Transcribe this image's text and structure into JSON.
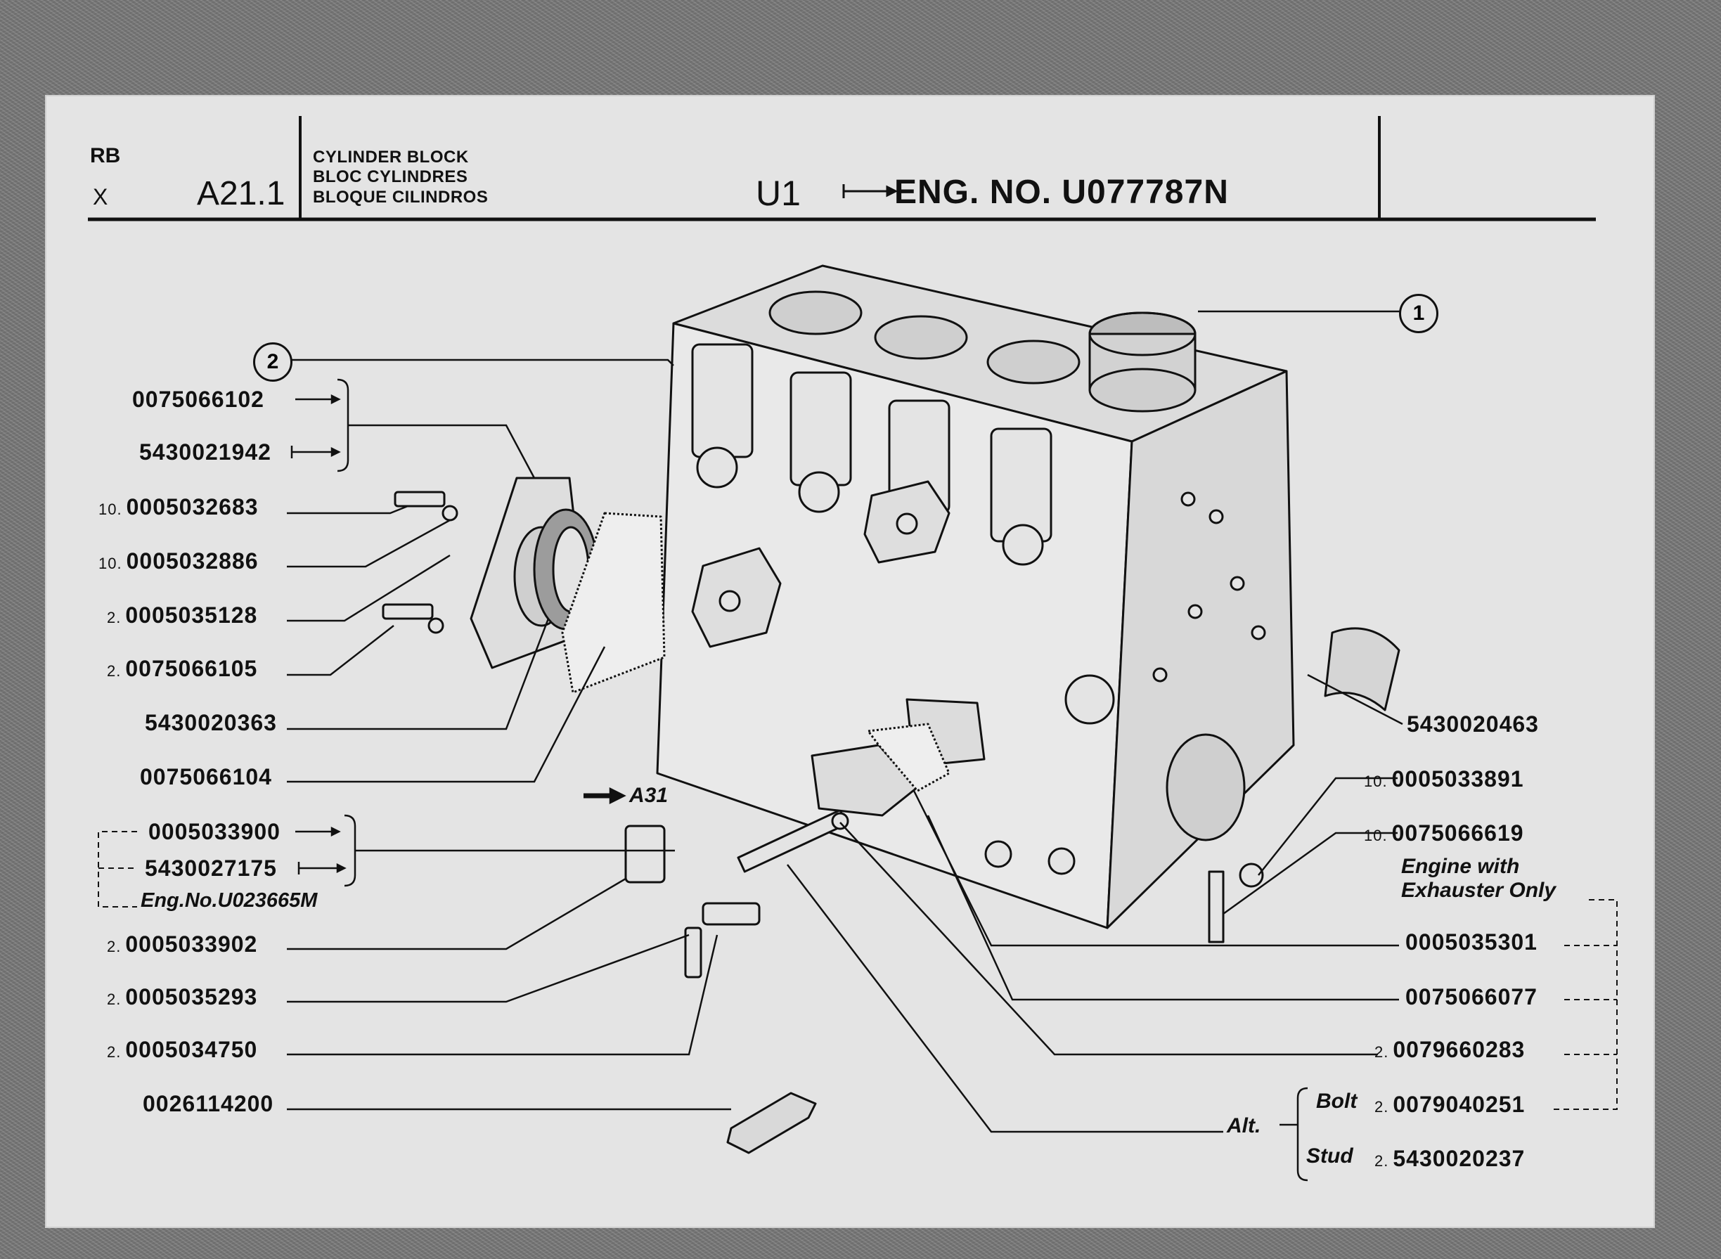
{
  "header": {
    "rb": "RB",
    "x": "X",
    "section": "A21.1",
    "name_en": "CYLINDER BLOCK",
    "name_fr": "BLOC CYLINDRES",
    "name_es": "BLOQUE CILINDROS",
    "model": "U1",
    "eng_no": "ENG. NO. U077787N"
  },
  "callouts": {
    "c1": "1",
    "c2": "2"
  },
  "left_parts": [
    {
      "qty": "",
      "pn": "0075066102"
    },
    {
      "qty": "",
      "pn": "5430021942"
    },
    {
      "qty": "10.",
      "pn": "0005032683"
    },
    {
      "qty": "10.",
      "pn": "0005032886"
    },
    {
      "qty": "2.",
      "pn": "0005035128"
    },
    {
      "qty": "2.",
      "pn": "0075066105"
    },
    {
      "qty": "",
      "pn": "5430020363"
    },
    {
      "qty": "",
      "pn": "0075066104"
    },
    {
      "qty": "",
      "pn": "0005033900"
    },
    {
      "qty": "",
      "pn": "5430027175"
    },
    {
      "qty": "2.",
      "pn": "0005033902"
    },
    {
      "qty": "2.",
      "pn": "0005035293"
    },
    {
      "qty": "2.",
      "pn": "0005034750"
    },
    {
      "qty": "",
      "pn": "0026114200"
    }
  ],
  "eng_no_note": "Eng.No.U023665M",
  "ref_a31": "A31",
  "right_parts": [
    {
      "qty": "",
      "pn": "5430020463"
    },
    {
      "qty": "10.",
      "pn": "0005033891"
    },
    {
      "qty": "10.",
      "pn": "0075066619"
    },
    {
      "qty": "",
      "pn": "0005035301"
    },
    {
      "qty": "",
      "pn": "0075066077"
    },
    {
      "qty": "2.",
      "pn": "0079660283"
    },
    {
      "qty": "2.",
      "pn": "0079040251"
    },
    {
      "qty": "2.",
      "pn": "5430020237"
    }
  ],
  "exhauster_note_1": "Engine with",
  "exhauster_note_2": "Exhauster Only",
  "alt_label": "Alt.",
  "bolt_label": "Bolt",
  "stud_label": "Stud"
}
